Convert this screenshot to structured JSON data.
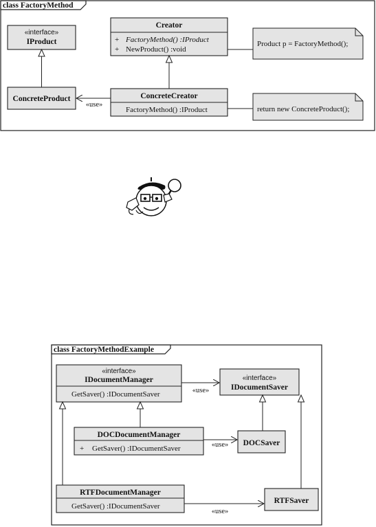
{
  "diagram1": {
    "frame_title": "class FactoryMethod",
    "iproduct": {
      "stereotype": "«interface»",
      "name": "IProduct"
    },
    "creator": {
      "name": "Creator",
      "op1_visibility": "+",
      "op1": "FactoryMethod() :IProduct",
      "op2_visibility": "+",
      "op2": "NewProduct() :void"
    },
    "concrete_product": {
      "name": "ConcreteProduct"
    },
    "concrete_creator": {
      "name": "ConcreteCreator",
      "op1": "FactoryMethod() :IProduct"
    },
    "use_label": "«use»",
    "note1": "Product p = FactoryMethod();",
    "note2": "return new ConcreteProduct();"
  },
  "diagram2": {
    "frame_title": "class FactoryMethodExample",
    "idocmanager": {
      "stereotype": "«interface»",
      "name": "IDocumentManager",
      "op1": "GetSaver() :IDocumentSaver"
    },
    "idocsaver": {
      "stereotype": "«interface»",
      "name": "IDocumentSaver"
    },
    "docmanager": {
      "name": "DOCDocumentManager",
      "op1_visibility": "+",
      "op1": "GetSaver() :IDocumentSaver"
    },
    "docsaver": {
      "name": "DOCSaver"
    },
    "rtfmanager": {
      "name": "RTFDocumentManager",
      "op1": "GetSaver() :IDocumentSaver"
    },
    "rtfsaver": {
      "name": "RTFSaver"
    },
    "use_label_1": "«use»",
    "use_label_2": "«use»",
    "use_label_3": "«use»"
  },
  "mascot": {
    "icon": "detective-mascot-with-magnifier"
  }
}
